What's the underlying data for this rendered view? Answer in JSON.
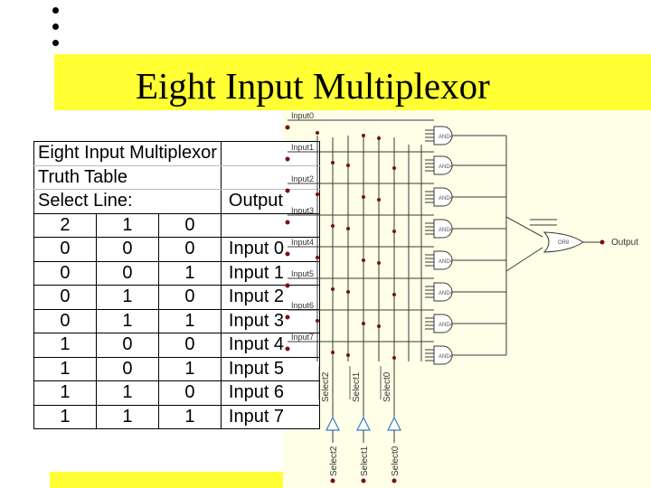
{
  "slide": {
    "title": "Eight Input Multiplexor"
  },
  "truth_table": {
    "caption": "Eight Input Multiplexor",
    "subcaption": "Truth Table",
    "select_header": "Select Line:",
    "output_header": "Output",
    "select_bits": [
      "2",
      "1",
      "0"
    ],
    "rows": [
      {
        "s2": "0",
        "s1": "0",
        "s0": "0",
        "out": "Input 0"
      },
      {
        "s2": "0",
        "s1": "0",
        "s0": "1",
        "out": "Input 1"
      },
      {
        "s2": "0",
        "s1": "1",
        "s0": "0",
        "out": "Input 2"
      },
      {
        "s2": "0",
        "s1": "1",
        "s0": "1",
        "out": "Input 3"
      },
      {
        "s2": "1",
        "s1": "0",
        "s0": "0",
        "out": "Input 4"
      },
      {
        "s2": "1",
        "s1": "0",
        "s0": "1",
        "out": "Input 5"
      },
      {
        "s2": "1",
        "s1": "1",
        "s0": "0",
        "out": "Input 6"
      },
      {
        "s2": "1",
        "s1": "1",
        "s0": "1",
        "out": "Input 7"
      }
    ]
  },
  "circuit": {
    "inputs": [
      "Input0",
      "Input1",
      "Input2",
      "Input3",
      "Input4",
      "Input5",
      "Input6",
      "Input7"
    ],
    "gate_label": "AND4",
    "or_label": "OR8",
    "output_label": "Output",
    "select_bar_labels": [
      "Select2",
      "Select1",
      "Select0"
    ],
    "select_labels": [
      "Select2",
      "Select1",
      "Select0"
    ]
  },
  "colors": {
    "band": "#ffff33",
    "circuit_bg": "#ffffe8",
    "wire": "#3a3a3a",
    "node": "#7a1010",
    "buffer": "#3a7abf"
  }
}
